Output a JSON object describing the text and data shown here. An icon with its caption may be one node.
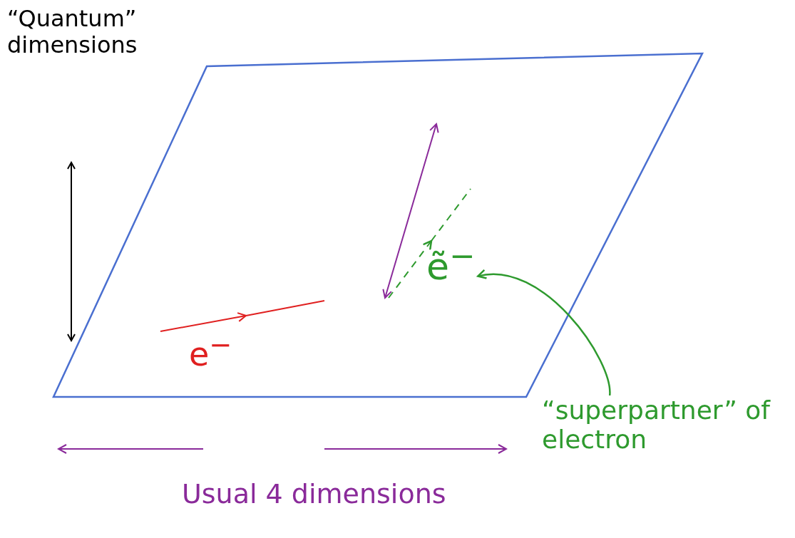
{
  "diagram": {
    "nodes": [
      {
        "text": [
          "“superpartner” of electron"
        ]
      },
      {
        "text": [
          "ẽ$^{−}$"
        ]
      }
    ],
    "edges": [
      {
        "from": 0,
        "to": 1,
        "arrow": "to"
      }
    ],
    "labels": [
      "“Quantum” dimensions",
      "e$^{−}$",
      "Usual 4 dimensions"
    ]
  }
}
